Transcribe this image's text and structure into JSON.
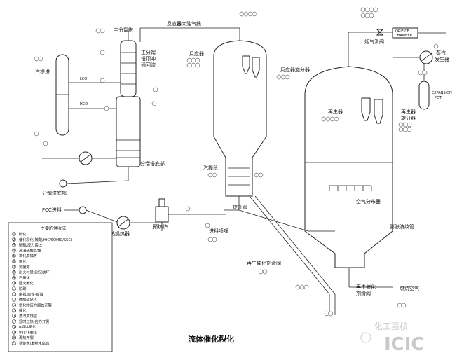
{
  "title": "流体催化裂化",
  "labels": {
    "main_column": "主分馏塔",
    "reflux": [
      "主分馏",
      "塔顶冲",
      "通回流"
    ],
    "stripper_tower": "汽提塔",
    "lco": "LCO",
    "hco": "HCO",
    "bottoms_pump": "分馏塔底部",
    "column_bottom": "分馏塔底部",
    "feed": "FCC进料",
    "preheat_exchanger": "预热换热器",
    "furnace": "预热炉",
    "overhead_line": "反应器大油气线",
    "reactor": "反应器",
    "reactor_cyclone": "反应器旋分器",
    "stripping_section": "汽提段",
    "riser": "提升管",
    "feed_nozzle": "进料喷嘴",
    "regen_slide_valve": "再生催化剂滑阀",
    "regenerator": "再生器",
    "regen_cyclone": [
      "再生器",
      "旋分器"
    ],
    "air_distributor": "空气分布器",
    "expansion_joint": "膨胀波纹管",
    "regen_catalyst_valve": [
      "再生催化",
      "剂滑阀"
    ],
    "combustion_air": "燃烧空气",
    "flue_gas_valve": "烟气滑阀",
    "orifice_chamber": [
      "ORIFICE",
      "CHAMBER"
    ],
    "steam_generator": [
      "蒸汽",
      "发生器"
    ],
    "expansion_pot": [
      "EXPANSION",
      "POT"
    ]
  },
  "legend": {
    "title": "主要的供收成",
    "items": [
      "硫化",
      "催化裂化(硫酸/HIC/SOHIC/SSC)",
      "磷硫/应力腐蚀",
      "高温硫酸腐蚀",
      "氧化腐蚀等",
      "氧化",
      "热疲劳",
      "耐火衬里损伤(破坏)",
      "石墨化",
      "回火脆化",
      "脱碳",
      "磨损/腐蚀-腐蚀",
      "碳酸盐SCC",
      "氧化物应力腐蚀开裂",
      "蠕化",
      "蒸汽腐蚀层",
      "短时过热-应力开裂",
      "σ相/A脆化",
      "885°F脆化",
      "再热开裂",
      "锅炉水/凝结水腐蚀"
    ]
  },
  "watermark": "化工嘉核"
}
